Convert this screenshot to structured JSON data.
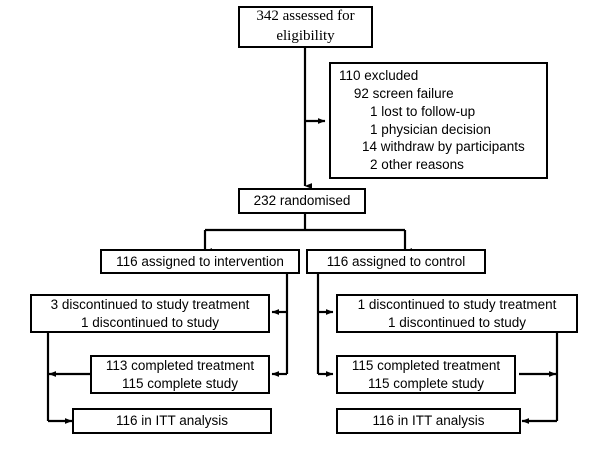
{
  "diagram": {
    "type": "consort-flow-diagram",
    "stroke_color": "#000000",
    "background_color": "#ffffff",
    "nodes": {
      "assessed": {
        "line1": "342 assessed for",
        "line2": "eligibility"
      },
      "excluded": {
        "line1": "110 excluded",
        "line2": "92 screen failure",
        "line3": "1 lost to follow-up",
        "line4": "1 physician decision",
        "line5": "14 withdraw by participants",
        "line6": "2 other reasons"
      },
      "randomised": {
        "line1": "232 randomised"
      },
      "assigned_intervention": {
        "line1": "116 assigned to intervention"
      },
      "assigned_control": {
        "line1": "116 assigned to control"
      },
      "discontinued_left": {
        "line1": "3 discontinued to study treatment",
        "line2": "1 discontinued to study"
      },
      "discontinued_right": {
        "line1": "1 discontinued to study treatment",
        "line2": "1 discontinued to study"
      },
      "completed_left": {
        "line1": "113 completed treatment",
        "line2": "115 complete study"
      },
      "completed_right": {
        "line1": "115 completed treatment",
        "line2": "115 complete study"
      },
      "itt_left": {
        "line1": "116 in ITT analysis"
      },
      "itt_right": {
        "line1": "116 in ITT analysis"
      }
    }
  }
}
